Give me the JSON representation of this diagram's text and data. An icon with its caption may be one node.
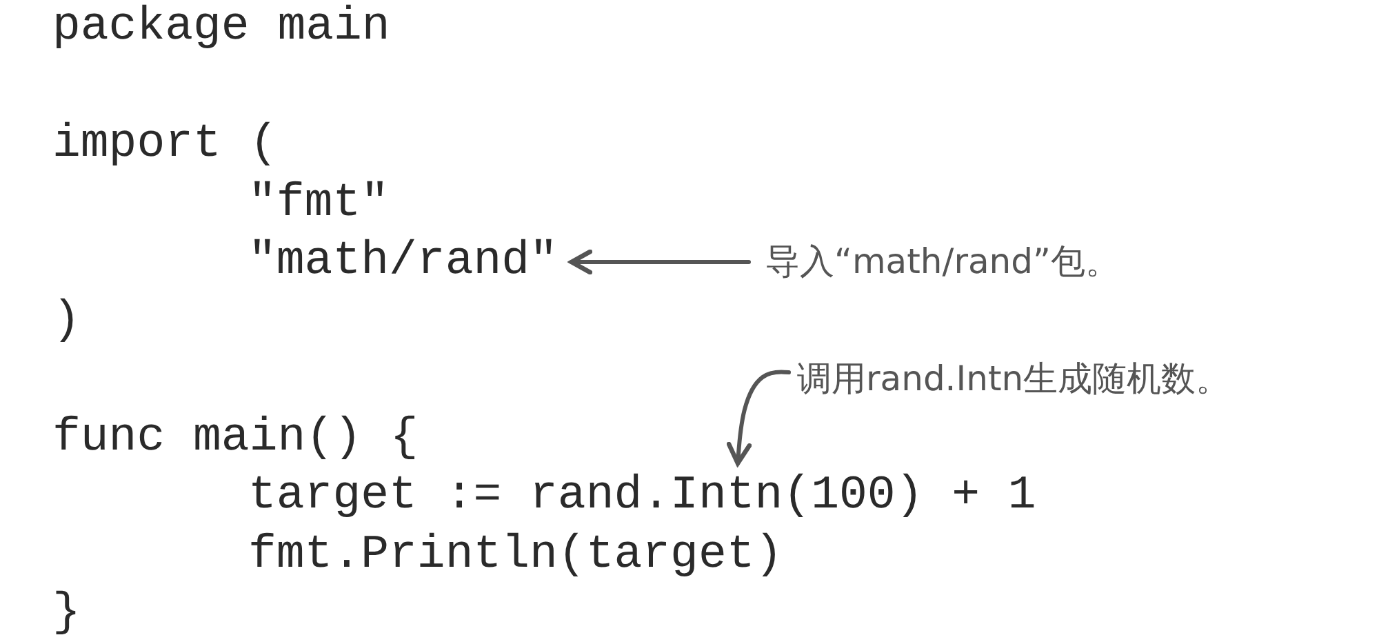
{
  "diagram": {
    "nodes": [
      {
        "text": [
          "\"math/rand\""
        ]
      },
      {
        "text": [
          "导入“math/rand”包。"
        ]
      },
      {
        "text": [
          "target := rand.Intn(100) + 1"
        ]
      },
      {
        "text": [
          "调用rand.Intn生成随机数。"
        ]
      }
    ],
    "edges": [
      {
        "from": 1,
        "to": 0,
        "arrow": "to"
      },
      {
        "from": 3,
        "to": 2,
        "arrow": "to"
      }
    ],
    "labels": [
      "package main",
      "import (",
      "\"fmt\"",
      ")",
      "func main() {",
      "fmt.Println(target)",
      "}"
    ]
  }
}
